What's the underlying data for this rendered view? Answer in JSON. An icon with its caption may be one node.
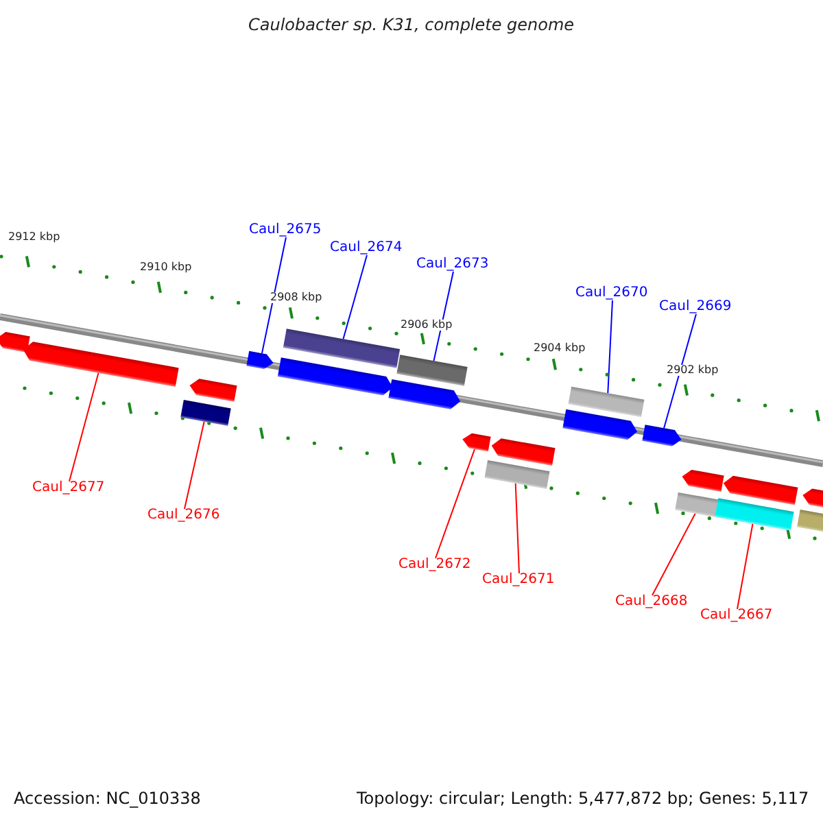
{
  "diagram": {
    "title": "Caulobacter sp. K31, complete genome",
    "nodes": [
      {
        "text": [],
        "shape": "pentagon"
      },
      {
        "text": [],
        "shape": "pentagon"
      },
      {
        "text": [],
        "shape": "pentagon"
      },
      {
        "text": [],
        "shape": "box"
      },
      {
        "text": [],
        "shape": "box"
      },
      {
        "text": [],
        "shape": "pentagon"
      },
      {
        "text": [],
        "shape": "pentagon"
      },
      {
        "text": [],
        "shape": "pentagon"
      },
      {
        "text": [],
        "shape": "box"
      },
      {
        "text": [],
        "shape": "pentagon"
      },
      {
        "text": [],
        "shape": "pentagon"
      },
      {
        "text": [],
        "shape": "box"
      },
      {
        "text": [],
        "shape": "box"
      },
      {
        "text": [],
        "shape": "pentagon"
      },
      {
        "text": [],
        "shape": "pentagon"
      },
      {
        "text": [],
        "shape": "pentagon"
      },
      {
        "text": [],
        "shape": "pentagon"
      },
      {
        "text": [],
        "shape": "pentagon"
      },
      {
        "text": [],
        "shape": "box"
      },
      {
        "text": [],
        "shape": "box"
      },
      {
        "text": [],
        "shape": "box"
      },
      {
        "text": [
          "Caul_2675"
        ]
      },
      {
        "text": [
          "Caul_2674"
        ]
      },
      {
        "text": [
          "Caul_2673"
        ]
      },
      {
        "text": [
          "Caul_2670"
        ]
      },
      {
        "text": [
          "Caul_2669"
        ]
      },
      {
        "text": [
          "Caul_2677"
        ]
      },
      {
        "text": [
          "Caul_2676"
        ]
      },
      {
        "text": [
          "Caul_2672"
        ]
      },
      {
        "text": [
          "Caul_2671"
        ]
      },
      {
        "text": [
          "Caul_2668"
        ]
      },
      {
        "text": [
          "Caul_2667"
        ]
      }
    ],
    "edges": [
      {
        "from": 21,
        "to": 2,
        "arrow": "none",
        "color": "#0000ff"
      },
      {
        "from": 22,
        "to": 3,
        "arrow": "none",
        "color": "#0000ff"
      },
      {
        "from": 23,
        "to": 4,
        "arrow": "none",
        "color": "#0000ff"
      },
      {
        "from": 24,
        "to": 12,
        "arrow": "none",
        "color": "#0000ff"
      },
      {
        "from": 25,
        "to": 14,
        "arrow": "none",
        "color": "#0000ff"
      },
      {
        "from": 26,
        "to": 1,
        "arrow": "none",
        "color": "#ff0000"
      },
      {
        "from": 27,
        "to": 8,
        "arrow": "none",
        "color": "#ff0000"
      },
      {
        "from": 28,
        "to": 9,
        "arrow": "none",
        "color": "#ff0000"
      },
      {
        "from": 29,
        "to": 11,
        "arrow": "none",
        "color": "#ff0000"
      },
      {
        "from": 30,
        "to": 18,
        "arrow": "none",
        "color": "#ff0000"
      },
      {
        "from": 31,
        "to": 19,
        "arrow": "none",
        "color": "#ff0000"
      }
    ],
    "labels": [
      "2912 kbp",
      "2910 kbp",
      "2908 kbp",
      "2906 kbp",
      "2904 kbp",
      "2902 kbp",
      "Accession: NC_010338",
      "Topology: circular; Length: 5,477,872 bp; Genes: 5,117"
    ]
  }
}
